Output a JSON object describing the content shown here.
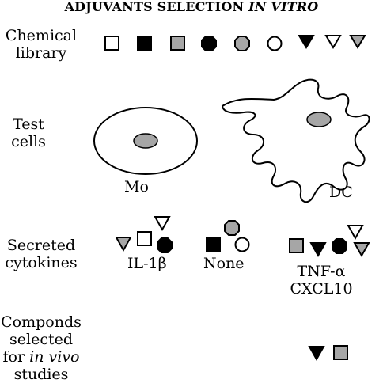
{
  "title": {
    "main": "ADJUVANTS SELECTION",
    "emphasis": "IN VITRO"
  },
  "rows": {
    "library": {
      "line1": "Chemical",
      "line2": "library"
    },
    "cells": {
      "line1": "Test",
      "line2": "cells"
    },
    "secreted": {
      "line1": "Secreted",
      "line2": "cytokines"
    },
    "compounds": {
      "line1": "Componds",
      "line2": "selected",
      "line3_prefix": "for",
      "line3_emphasis": "in vivo",
      "line4": "studies"
    }
  },
  "cells": {
    "mo": "Mo",
    "dc": "DC"
  },
  "cytokines": {
    "il1b": "IL-1β",
    "none": "None",
    "tnf": "TNF-α",
    "cxcl10": "CXCL10"
  },
  "colors": {
    "black": "#000000",
    "gray": "#a6a6a6",
    "white": "#ffffff"
  }
}
